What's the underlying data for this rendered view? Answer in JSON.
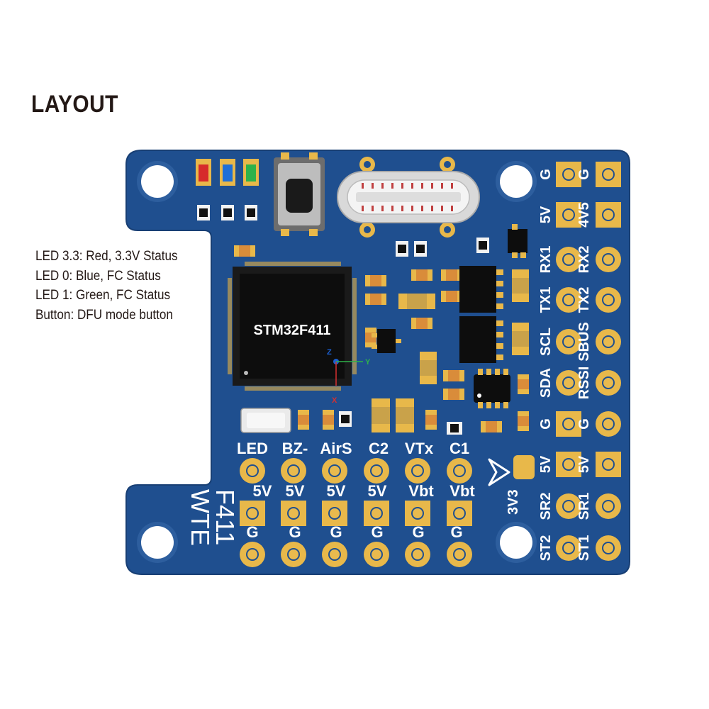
{
  "page": {
    "title": "LAYOUT",
    "legend": [
      "LED 3.3: Red, 3.3V Status",
      "LED 0: Blue, FC Status",
      "LED 1: Green, FC Status",
      "Button: DFU mode button"
    ]
  },
  "colors": {
    "board": "#1f4f8f",
    "pad_gold": "#e8b84a",
    "led_red": "#d62b2b",
    "led_blue": "#1f6fd6",
    "led_green": "#2eb24a",
    "chip": "#0d0d0d"
  },
  "board": {
    "mcu_label": "STM32F411",
    "brand_line1": "F411",
    "brand_line2": "WTE",
    "axis_z": "Z",
    "axis_y": "Y",
    "axis_x": "X",
    "bottom_pads": {
      "top_labels": [
        "LED",
        "BZ-",
        "AirS",
        "C2",
        "VTx",
        "C1"
      ],
      "mid_labels": [
        "5V",
        "5V",
        "5V",
        "5V",
        "Vbt",
        "Vbt"
      ],
      "bottom_labels": [
        "G",
        "G",
        "G",
        "G",
        "G",
        "G"
      ]
    },
    "right_pads": {
      "inner_labels": [
        "G",
        "5V",
        "RX1",
        "TX1",
        "SCL",
        "SDA",
        "G",
        "5V",
        "SR2",
        "ST2"
      ],
      "outer_labels": [
        "G",
        "4V5",
        "RX2",
        "TX2",
        "SBUS",
        "RSSI",
        "G",
        "5V",
        "SR1",
        "ST1"
      ]
    },
    "solder_jumper_label": "3V3"
  }
}
